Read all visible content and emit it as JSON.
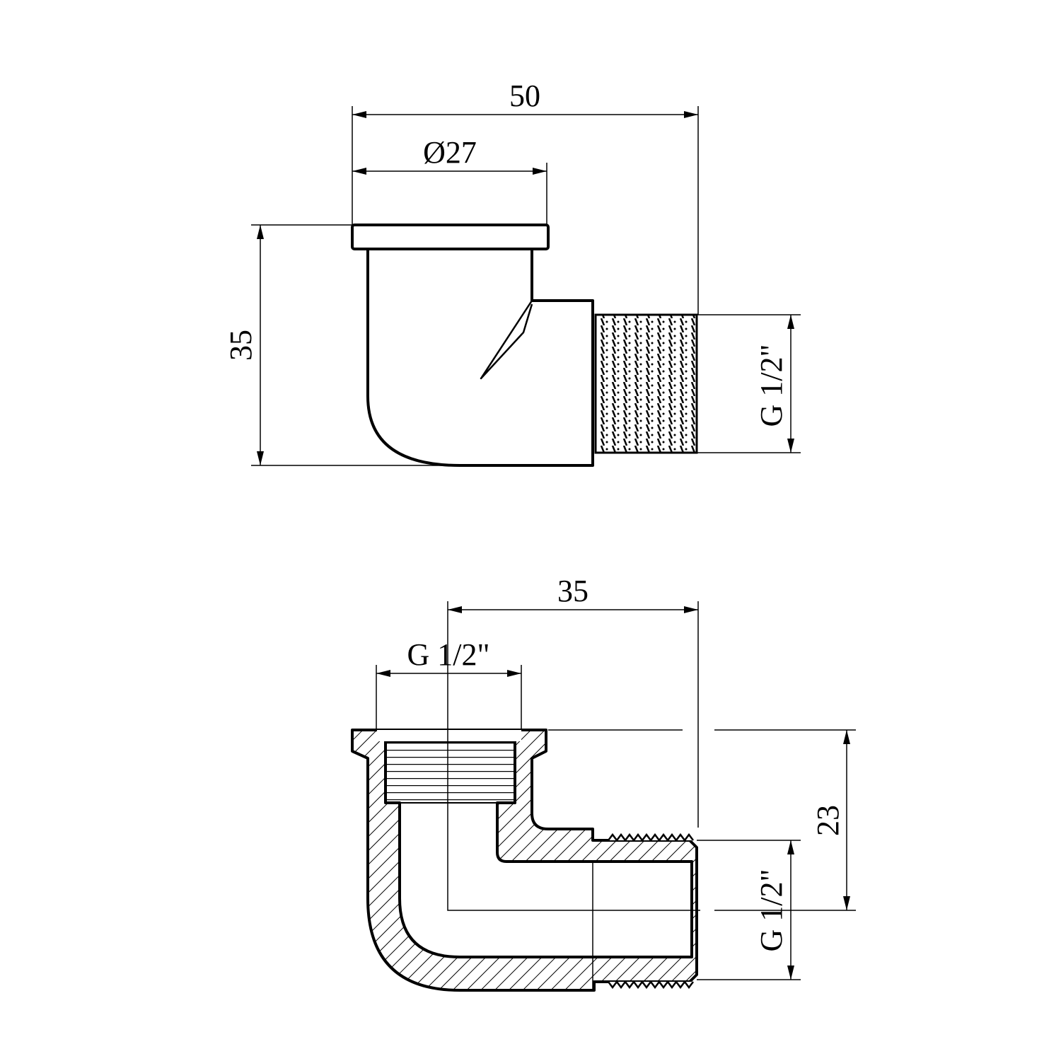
{
  "top_view": {
    "overall_length": "50",
    "flange_diameter": "Ø27",
    "height": "35",
    "thread_male": "G 1/2\""
  },
  "section_view": {
    "length": "35",
    "thread_female": "G 1/2\"",
    "offset": "23",
    "thread_male": "G 1/2\""
  },
  "colors": {
    "line": "#000000",
    "background": "#ffffff"
  }
}
